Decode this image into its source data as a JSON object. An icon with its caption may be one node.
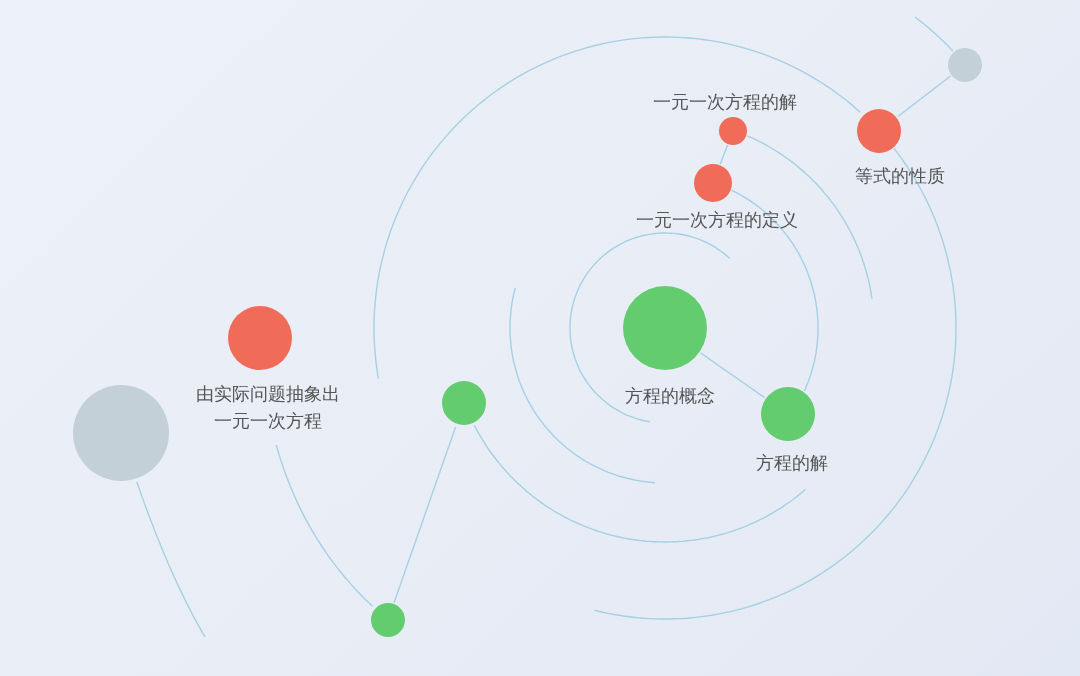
{
  "diagram": {
    "nodes": [
      {
        "text": [
          "方程的概念"
        ]
      },
      {
        "text": [
          "方程的解"
        ]
      },
      {
        "text": [
          "一元一次方程的定义"
        ]
      },
      {
        "text": [
          "一元一次方程的解"
        ]
      },
      {
        "text": [
          "等式的性质"
        ]
      },
      {
        "text": [],
        "shape": "circle"
      },
      {
        "text": [
          "由实际问题抽象出一元一次方程"
        ]
      },
      {
        "text": [],
        "shape": "circle"
      },
      {
        "text": [],
        "shape": "circle"
      },
      {
        "text": [],
        "shape": "circle"
      }
    ],
    "edges": [
      {
        "from": 0,
        "to": 1,
        "arrow": "none"
      },
      {
        "from": 2,
        "to": 3,
        "arrow": "none"
      },
      {
        "from": 4,
        "to": 5,
        "arrow": "none"
      },
      {
        "from": 8,
        "to": 9,
        "arrow": "none"
      },
      {
        "from": 9,
        "to": 6,
        "arrow": "none"
      },
      {
        "from": 2,
        "to": 1,
        "arrow": "none"
      },
      {
        "from": 3,
        "to": null,
        "arrow": "none"
      },
      {
        "from": 4,
        "to": null,
        "arrow": "none"
      },
      {
        "from": null,
        "to": 4,
        "arrow": "none"
      },
      {
        "from": 8,
        "to": null,
        "arrow": "none"
      },
      {
        "from": 7,
        "to": null,
        "arrow": "none"
      },
      {
        "from": 5,
        "to": null,
        "arrow": "none"
      }
    ]
  }
}
